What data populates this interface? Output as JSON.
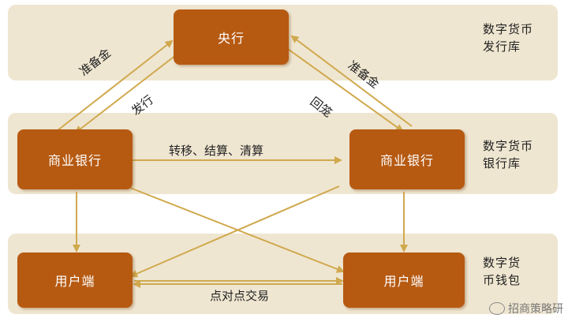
{
  "bands": {
    "top_label": "数字货币\n发行库",
    "mid_label": "数字货币\n银行库",
    "bot_label": "数字货\n币钱包"
  },
  "nodes": {
    "central_bank": "央行",
    "commercial_bank_left": "商业银行",
    "commercial_bank_right": "商业银行",
    "user_left": "用户端",
    "user_right": "用户端"
  },
  "edge_labels": {
    "reserve_left": "准备金",
    "issue": "发行",
    "reserve_right": "准备金",
    "redeem": "回笼",
    "transfer": "转移、结算、清算",
    "p2p": "点对点交易"
  },
  "watermark": "招商策略研",
  "colors": {
    "band": "#efe6d1",
    "node": "#b65a12",
    "arrow": "#d0a94e"
  }
}
